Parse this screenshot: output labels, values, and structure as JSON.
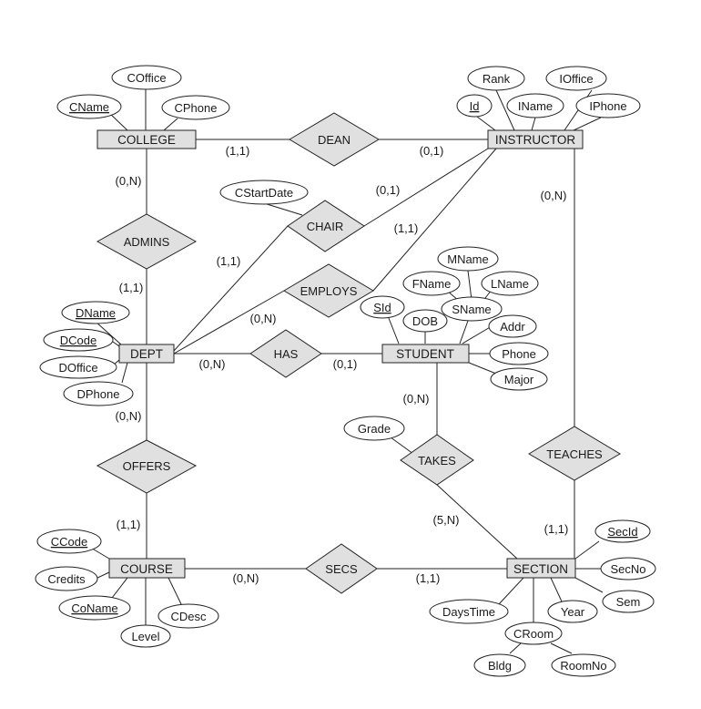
{
  "entities": {
    "college": "COLLEGE",
    "instructor": "INSTRUCTOR",
    "dept": "DEPT",
    "student": "STUDENT",
    "course": "COURSE",
    "section": "SECTION"
  },
  "relationships": {
    "dean": "DEAN",
    "admins": "ADMINS",
    "chair": "CHAIR",
    "employs": "EMPLOYS",
    "has": "HAS",
    "offers": "OFFERS",
    "takes": "TAKES",
    "teaches": "TEACHES",
    "secs": "SECS"
  },
  "attributes": {
    "coffice": "COffice",
    "cname": "CName",
    "cphone": "CPhone",
    "rank": "Rank",
    "ioffice": "IOffice",
    "id": "Id",
    "iname": "IName",
    "iphone": "IPhone",
    "cstartdate": "CStartDate",
    "mname": "MName",
    "fname": "FName",
    "lname": "LName",
    "sname": "SName",
    "sid": "SId",
    "dob": "DOB",
    "addr": "Addr",
    "phone": "Phone",
    "major": "Major",
    "dname": "DName",
    "dcode": "DCode",
    "doffice": "DOffice",
    "dphone": "DPhone",
    "grade": "Grade",
    "ccode": "CCode",
    "credits": "Credits",
    "coname": "CoName",
    "level": "Level",
    "cdesc": "CDesc",
    "secid": "SecId",
    "secno": "SecNo",
    "sem": "Sem",
    "year": "Year",
    "daystime": "DaysTime",
    "croom": "CRoom",
    "bldg": "Bldg",
    "roomno": "RoomNo"
  },
  "cardinalities": {
    "college_dean": "(1,1)",
    "instructor_dean": "(0,1)",
    "college_admins": "(0,N)",
    "dept_admins": "(1,1)",
    "instructor_chair": "(0,1)",
    "dept_chair": "(1,1)",
    "instructor_employs": "(1,1)",
    "dept_employs": "(0,N)",
    "dept_has": "(0,N)",
    "student_has": "(0,1)",
    "dept_offers": "(0,N)",
    "course_offers": "(1,1)",
    "student_takes": "(0,N)",
    "section_takes": "(5,N)",
    "instructor_teaches": "(0,N)",
    "section_teaches": "(1,1)",
    "course_secs": "(0,N)",
    "section_secs": "(1,1)"
  }
}
